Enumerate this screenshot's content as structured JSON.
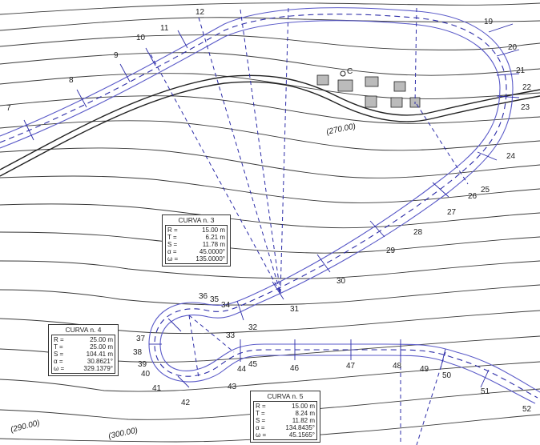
{
  "map": {
    "contour_labels": [
      "(270.00)",
      "(290.00)",
      "(300.00)"
    ],
    "point_marker": "C",
    "station_labels": [
      "7",
      "8",
      "9",
      "10",
      "11",
      "12",
      "19",
      "20",
      "21",
      "22",
      "23",
      "24",
      "25",
      "26",
      "27",
      "28",
      "29",
      "30",
      "31",
      "32",
      "33",
      "34",
      "35",
      "36",
      "37",
      "38",
      "39",
      "40",
      "41",
      "42",
      "43",
      "44",
      "45",
      "46",
      "47",
      "48",
      "49",
      "50",
      "51",
      "52"
    ],
    "colors": {
      "road": "#2c2ca8",
      "contour": "#3a3a3a",
      "background": "#ffffff"
    }
  },
  "curves": [
    {
      "title": "CURVA  n. 3",
      "rows": [
        {
          "key": "R =",
          "value": "15.00 m"
        },
        {
          "key": "T =",
          "value": "6.21 m"
        },
        {
          "key": "S =",
          "value": "11.78 m"
        },
        {
          "key": "α =",
          "value": "45.0000°"
        },
        {
          "key": "ω =",
          "value": "135.0000°"
        }
      ]
    },
    {
      "title": "CURVA  n. 4",
      "rows": [
        {
          "key": "R =",
          "value": "25.00 m"
        },
        {
          "key": "T =",
          "value": "25.00 m"
        },
        {
          "key": "S =",
          "value": "104.41 m"
        },
        {
          "key": "α =",
          "value": "30.8621°"
        },
        {
          "key": "ω =",
          "value": "329.1379°"
        }
      ]
    },
    {
      "title": "CURVA  n. 5",
      "rows": [
        {
          "key": "R =",
          "value": "15.00 m"
        },
        {
          "key": "T =",
          "value": "8.24 m"
        },
        {
          "key": "S =",
          "value": "11.82 m"
        },
        {
          "key": "α =",
          "value": "134.8435°"
        },
        {
          "key": "ω =",
          "value": "45.1565°"
        }
      ]
    }
  ]
}
